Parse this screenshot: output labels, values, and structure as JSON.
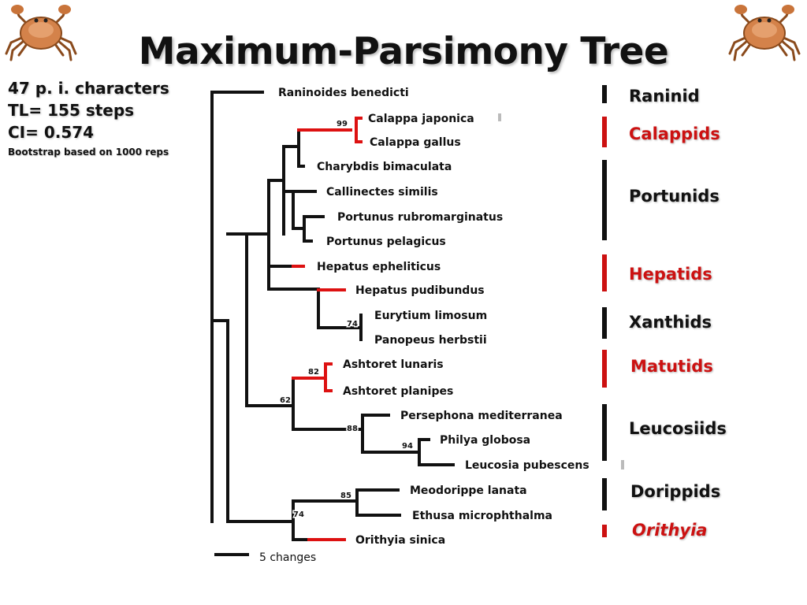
{
  "title": "Maximum-Parsimony Tree",
  "stats": {
    "characters": "47 p. i. characters",
    "tree_length": "TL= 155 steps",
    "ci": "CI= 0.574",
    "bootstrap_note": "Bootstrap based on 1000 reps"
  },
  "taxa": [
    "Raninoides benedicti",
    "Calappa japonica",
    "Calappa gallus",
    "Charybdis bimaculata",
    "Callinectes similis",
    "Portunus rubromarginatus",
    "Portunus pelagicus",
    "Hepatus epheliticus",
    "Hepatus pudibundus",
    "Eurytium limosum",
    "Panopeus herbstii",
    "Ashtoret lunaris",
    "Ashtoret planipes",
    "Persephona mediterranea",
    "Philya globosa",
    "Leucosia pubescens",
    "Meodorippe lanata",
    "Ethusa microphthalma",
    "Orithyia sinica"
  ],
  "bootstrap_values": [
    "99",
    "74",
    "82",
    "62",
    "88",
    "94",
    "85",
    "74"
  ],
  "scale_bar_label": "5 changes",
  "families": [
    {
      "name": "Raninid",
      "color": "#111111",
      "italic": false
    },
    {
      "name": "Calappids",
      "color": "#cc1111",
      "italic": false
    },
    {
      "name": "Portunids",
      "color": "#111111",
      "italic": false
    },
    {
      "name": "Hepatids",
      "color": "#cc1111",
      "italic": false
    },
    {
      "name": "Xanthids",
      "color": "#111111",
      "italic": false
    },
    {
      "name": "Matutids",
      "color": "#cc1111",
      "italic": false
    },
    {
      "name": "Leucosiids",
      "color": "#111111",
      "italic": false
    },
    {
      "name": "Dorippids",
      "color": "#111111",
      "italic": false
    },
    {
      "name": "Orithyia",
      "color": "#cc1111",
      "italic": true
    }
  ],
  "colors": {
    "highlight": "#dd1111",
    "default": "#111111"
  },
  "icons": [
    "crab-icon",
    "crab-icon"
  ]
}
